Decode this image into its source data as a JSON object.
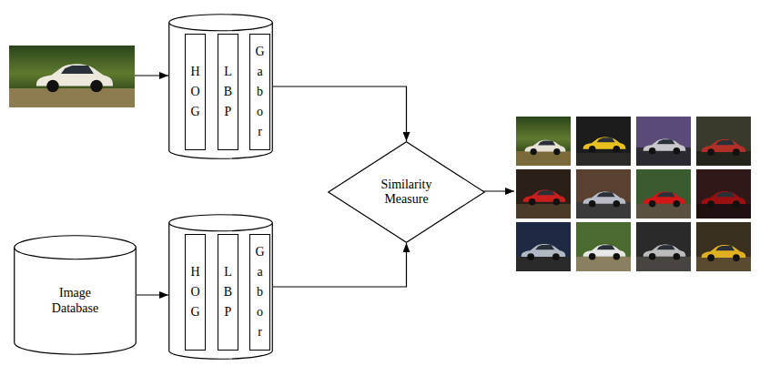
{
  "diagram": {
    "nodes": [
      {
        "text": []
      },
      {
        "text": [
          "HOG"
        ],
        "in": 0
      },
      {
        "text": [
          "LBP"
        ],
        "in": 0
      },
      {
        "text": [
          "Gabor"
        ],
        "in": 0
      },
      {
        "text": [
          "Similarity Measure"
        ]
      },
      {
        "text": [
          "Image Database"
        ]
      },
      {
        "text": []
      },
      {
        "text": [
          "HOG"
        ],
        "in": 6
      },
      {
        "text": [
          "LBP"
        ],
        "in": 6
      },
      {
        "text": [
          "Gabor"
        ],
        "in": 6
      }
    ],
    "edges": [
      {
        "from": 0,
        "to": 4,
        "arrow": "to"
      },
      {
        "from": 5,
        "to": 6,
        "arrow": "to"
      },
      {
        "from": 6,
        "to": 4,
        "arrow": "to"
      }
    ]
  }
}
